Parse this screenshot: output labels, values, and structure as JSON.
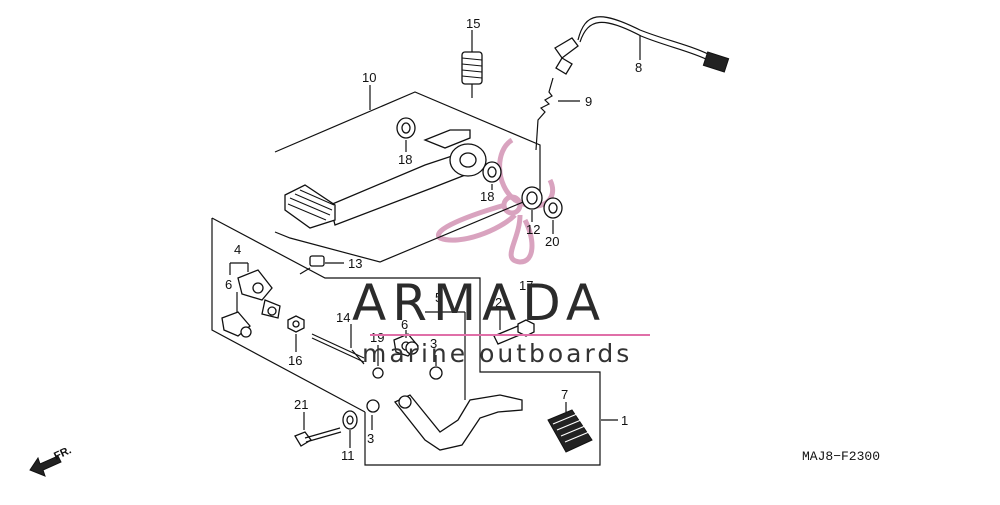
{
  "callouts": [
    "1",
    "2",
    "3",
    "3",
    "4",
    "5",
    "6",
    "6",
    "7",
    "8",
    "9",
    "10",
    "11",
    "12",
    "13",
    "14",
    "15",
    "16",
    "17",
    "18",
    "18",
    "19",
    "20",
    "21"
  ],
  "watermark": {
    "brand": "ARMADA",
    "tagline": "marine outboards",
    "colors": {
      "logo_pink": "#d9a3bf",
      "text": "#2b2b2b",
      "rule": "#e06fa8"
    }
  },
  "diagram_code": "MAJ8−F2300",
  "front_marker": "FR."
}
